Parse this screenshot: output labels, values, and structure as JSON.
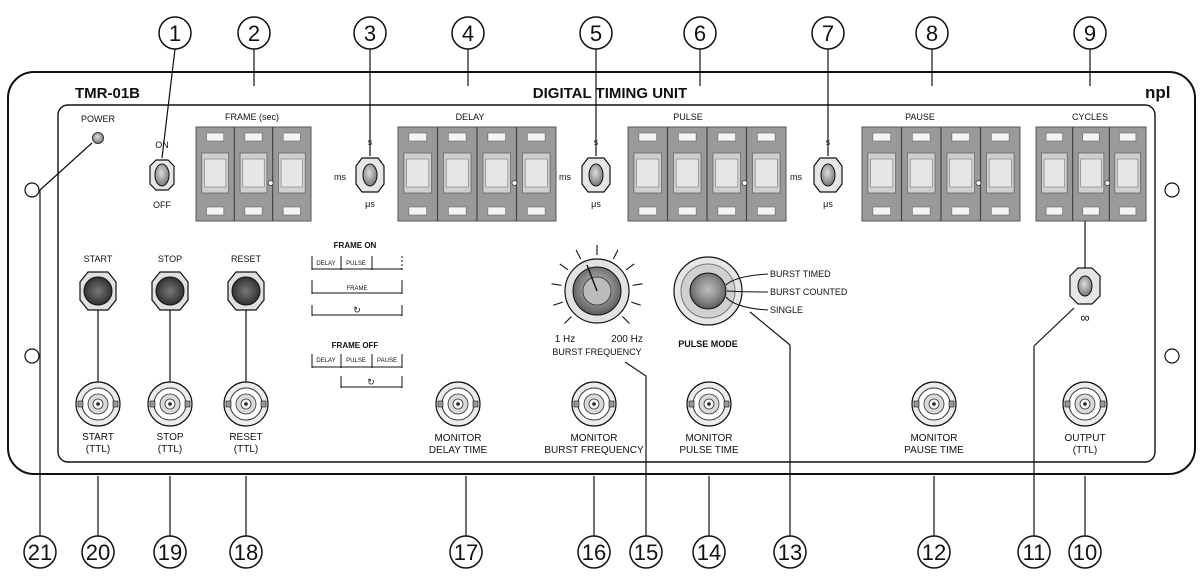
{
  "panel": {
    "model": "TMR-01B",
    "title": "DIGITAL TIMING UNIT",
    "brand": "npl",
    "power_label": "POWER"
  },
  "toggles": {
    "power": {
      "top": "ON",
      "bottom": "OFF"
    },
    "delay_unit": {
      "top": "s",
      "left": "ms",
      "bottom": "μs"
    },
    "pulse_unit": {
      "top": "s",
      "left": "ms",
      "bottom": "μs"
    },
    "pause_unit": {
      "top": "s",
      "left": "ms",
      "bottom": "μs"
    },
    "cycles_infinite": "∞"
  },
  "displays": {
    "frame": "FRAME (sec)",
    "delay": "DELAY",
    "pulse": "PULSE",
    "pause": "PAUSE",
    "cycles": "CYCLES"
  },
  "buttons": {
    "start": "START",
    "stop": "STOP",
    "reset": "RESET"
  },
  "timing_diagram": {
    "frame_on_title": "FRAME ON",
    "frame_on_cells": [
      "DELAY",
      "PULSE"
    ],
    "frame_label": "FRAME",
    "repeat_symbol": "↻",
    "frame_off_title": "FRAME OFF",
    "frame_off_cells": [
      "DELAY",
      "PULSE",
      "PAUSE"
    ]
  },
  "burst_knob": {
    "min": "1 Hz",
    "max": "200 Hz",
    "label": "BURST FREQUENCY"
  },
  "pulse_mode": {
    "label": "PULSE MODE",
    "options": [
      "BURST TIMED",
      "BURST COUNTED",
      "SINGLE"
    ]
  },
  "connectors": {
    "start": [
      "START",
      "(TTL)"
    ],
    "stop": [
      "STOP",
      "(TTL)"
    ],
    "reset": [
      "RESET",
      "(TTL)"
    ],
    "monitor_delay": [
      "MONITOR",
      "DELAY TIME"
    ],
    "monitor_burst": [
      "MONITOR",
      "BURST FREQUENCY"
    ],
    "monitor_pulse": [
      "MONITOR",
      "PULSE TIME"
    ],
    "monitor_pause": [
      "MONITOR",
      "PAUSE TIME"
    ],
    "output": [
      "OUTPUT",
      "(TTL)"
    ]
  },
  "callouts": [
    "1",
    "2",
    "3",
    "4",
    "5",
    "6",
    "7",
    "8",
    "9",
    "10",
    "11",
    "12",
    "13",
    "14",
    "15",
    "16",
    "17",
    "18",
    "19",
    "20",
    "21"
  ]
}
